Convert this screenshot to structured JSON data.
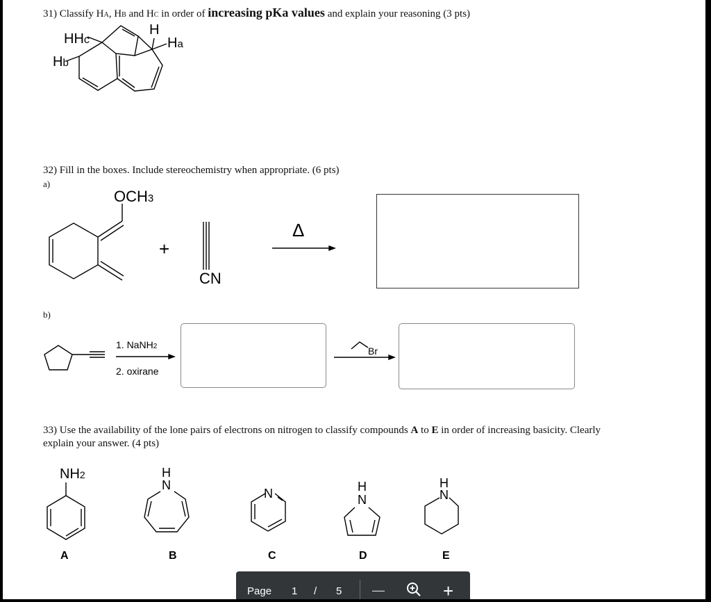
{
  "q31": {
    "num": "31) ",
    "pre": "Classify H",
    "a": "A",
    "mid1": ", H",
    "b": "B",
    "mid2": " and H",
    "c": "C",
    "mid3": " in order of ",
    "bold": "increasing pKa values",
    "post": " and explain your reasoning (3 pts)"
  },
  "q31_labels": {
    "H": "H",
    "Ha_H": "H",
    "Ha_a": "a",
    "Hc_H": "H",
    "Hc_c": "c",
    "Hb_H": "H",
    "Hb_b": "b"
  },
  "q32": {
    "text": "32) Fill in the boxes. Include stereochemistry when appropriate. (6 pts)",
    "a": "a)",
    "b": "b)"
  },
  "q32a": {
    "och3": "OCH",
    "och3_sub": "3",
    "plus": "+",
    "cn": "CN",
    "reagent": "Δ"
  },
  "q32b": {
    "step1": "1. NaNH",
    "step1_sub": "2",
    "step2": "2. oxirane",
    "br": "Br"
  },
  "q33": {
    "line1_pre": "33) Use the availability of the lone pairs of electrons on nitrogen to classify compounds ",
    "A": "A",
    "to": " to ",
    "E": "E",
    "line1_post": " in order of increasing basicity. Clearly",
    "line2": "explain your answer. (4 pts)"
  },
  "q33_mols": {
    "nh2": "NH",
    "nh2_sub": "2",
    "H": "H",
    "N": "N",
    "labels": [
      "A",
      "B",
      "C",
      "D",
      "E"
    ]
  },
  "toolbar": {
    "page_label": "Page",
    "current": "1",
    "slash": "/",
    "total": "5",
    "minus": "—",
    "plus": "+"
  }
}
